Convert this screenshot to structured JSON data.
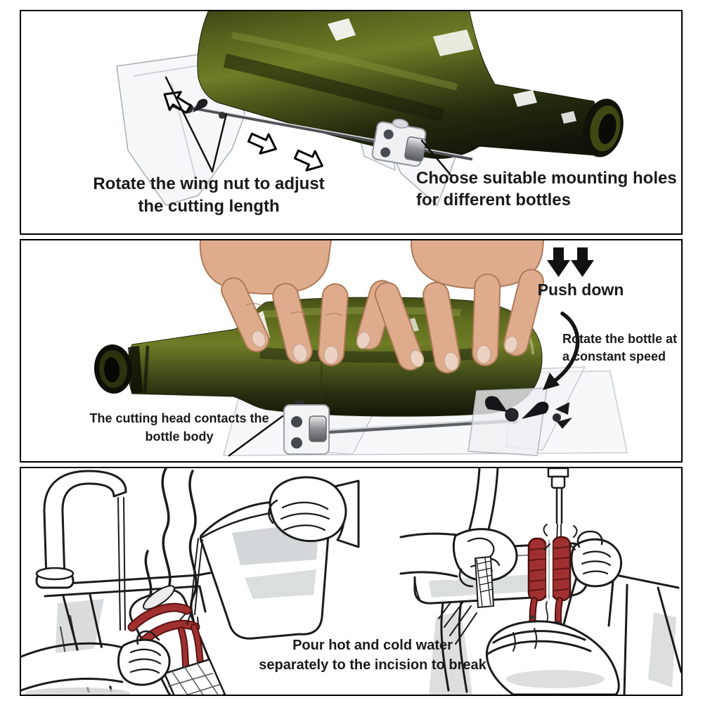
{
  "title": "Glass bottle cutter usage instructions",
  "colors": {
    "panel_border": "#000000",
    "background": "#ffffff",
    "bottle_glass_dark": "#10140a",
    "bottle_glass_mid": "#4a541a",
    "bottle_glass_light": "#6f7d26",
    "skin": "#deac8c",
    "red_band": "#a03030",
    "ink": "#1a1a1a",
    "metal": "#5c6167",
    "acrylic": "#eef0f2"
  },
  "icons": {
    "white_outline_arrow": "outline-arrow",
    "black_down_arrow": "solid-down-arrow",
    "curved_rotate_arrow": "curved-arrow"
  },
  "panel1": {
    "caption_left_line1": "Rotate the wing nut to adjust",
    "caption_left_line2": "the cutting length",
    "caption_right_line1": "Choose suitable mounting holes",
    "caption_right_line2": "for different bottles"
  },
  "panel2": {
    "push_down": "Push down",
    "rotate_line1": "Rotate the bottle at",
    "rotate_line2": "a constant speed",
    "cutting_head_line1": "The cutting head contacts the",
    "cutting_head_line2": "bottle body"
  },
  "panel3": {
    "caption_line1": "Pour hot and cold water",
    "caption_line2": "separately to the incision to break"
  }
}
